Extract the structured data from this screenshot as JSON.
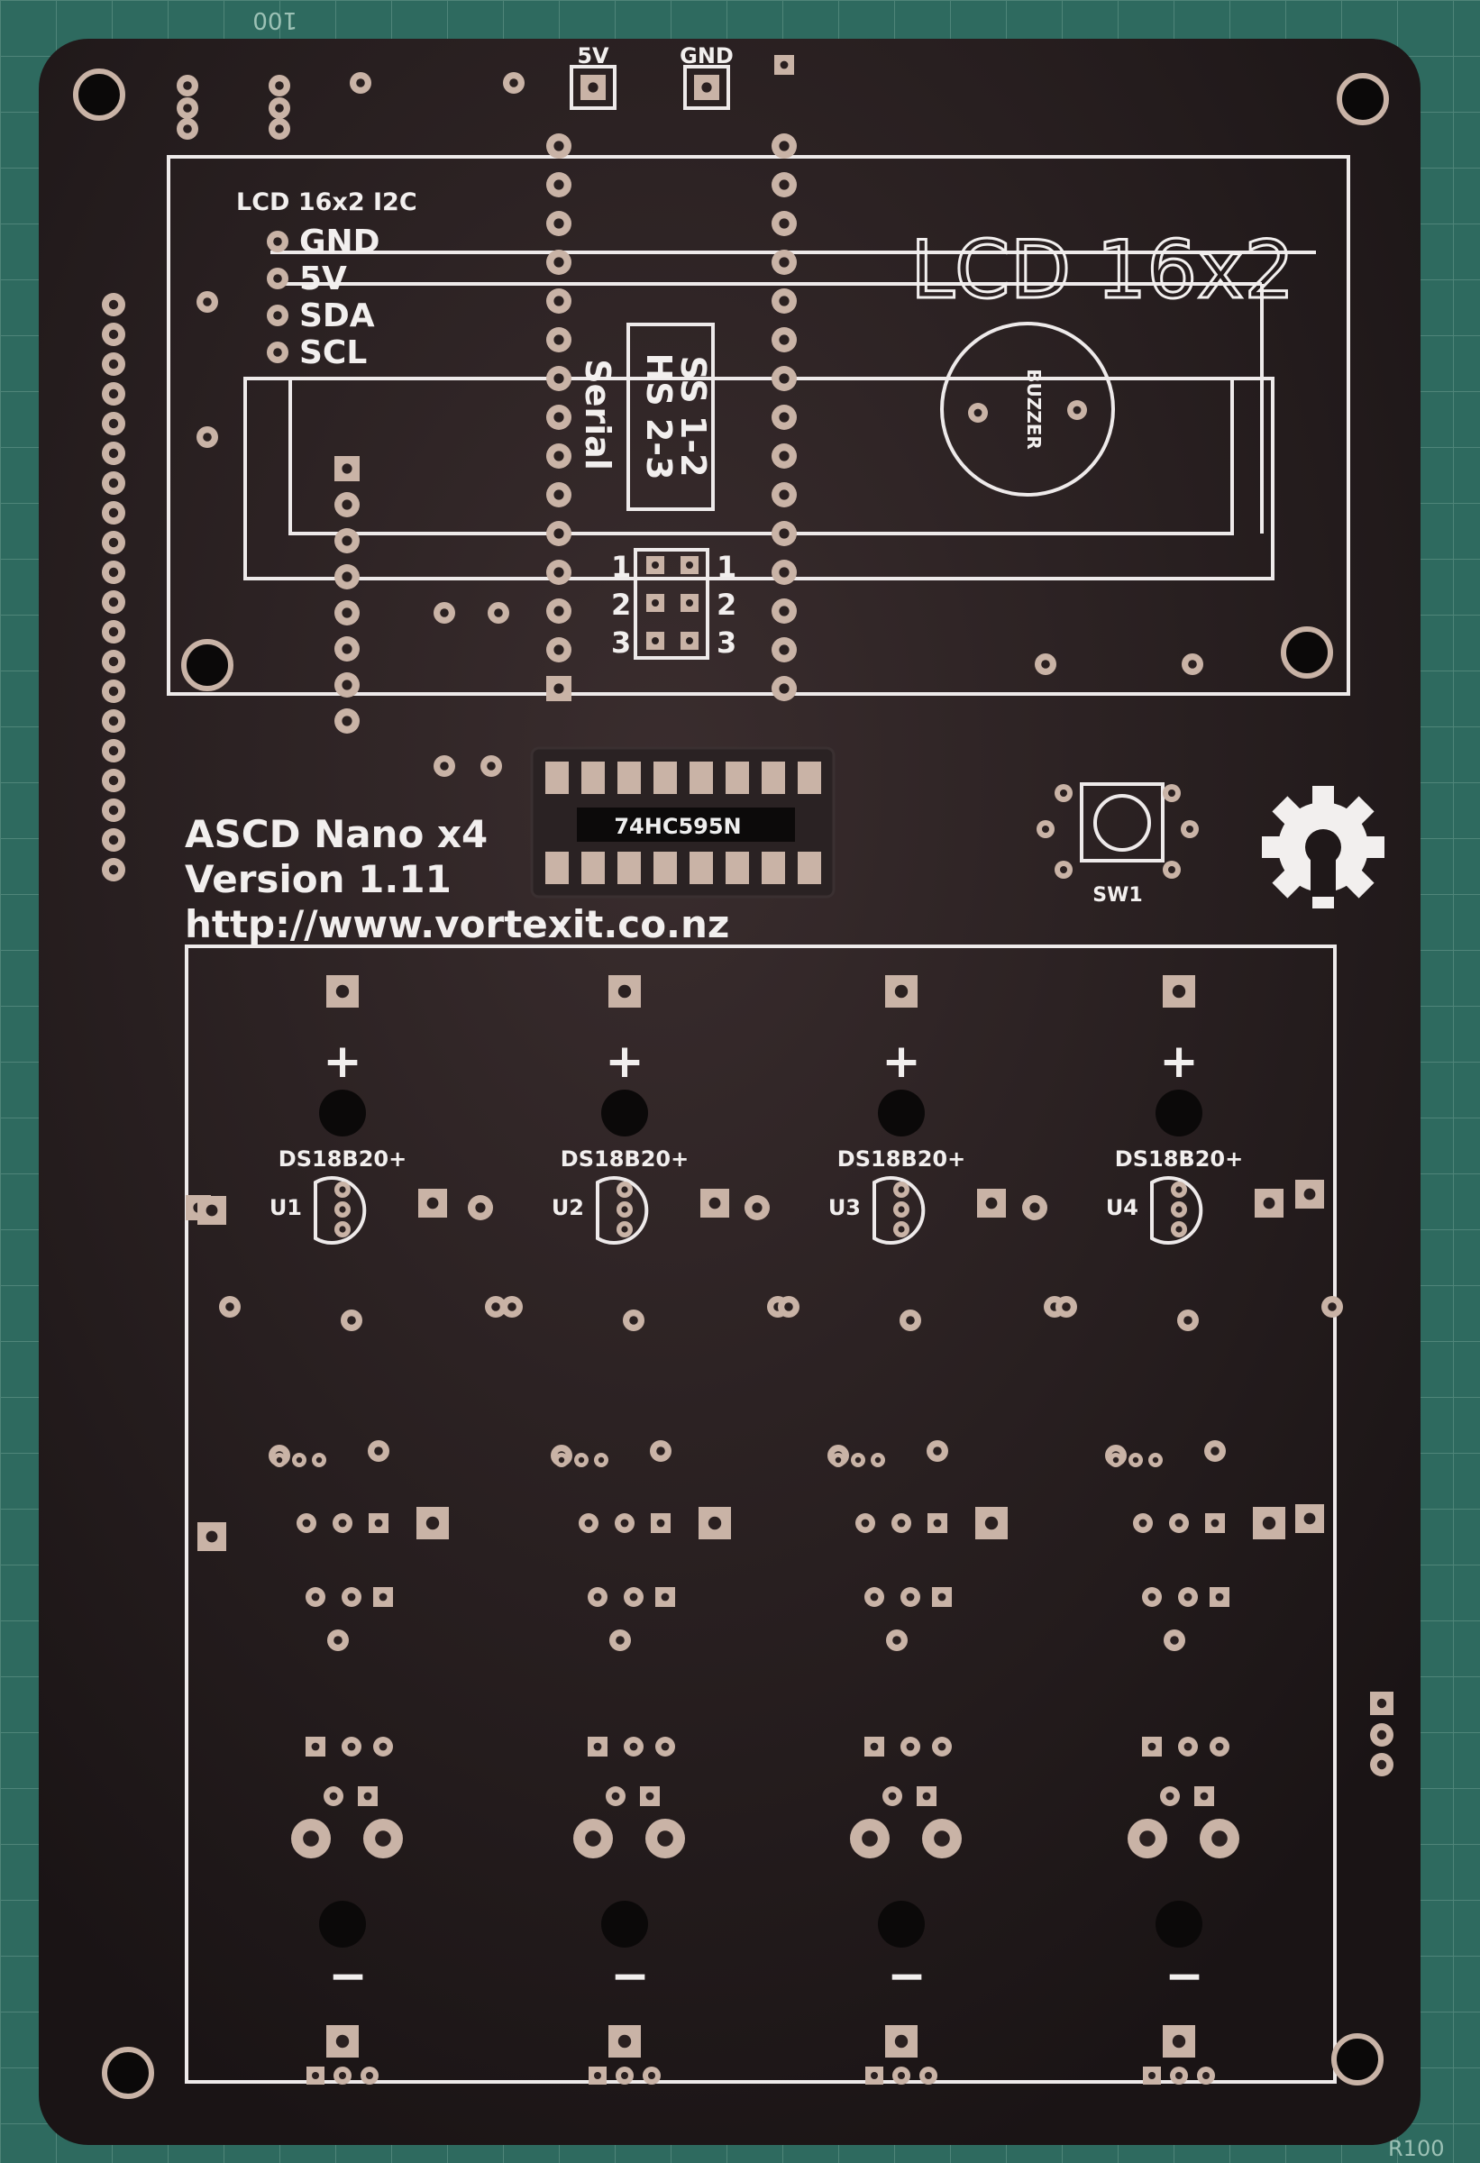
{
  "mat": {
    "ruler_top": "100",
    "ruler_bottom": "R100"
  },
  "colors": {
    "mat": "#2e6a5f",
    "board": "#1f1819",
    "silkscreen": "#f2efee",
    "pad": "#c9b3a6"
  },
  "header": {
    "power_5v": "5V",
    "power_gnd": "GND"
  },
  "lcd": {
    "connector_title": "LCD 16x2 I2C",
    "pins": [
      "GND",
      "5V",
      "SDA",
      "SCL"
    ],
    "title": "LCD 16x2",
    "buzzer": "BUZZER",
    "serial": "Serial",
    "jumper_ss": "SS 1-2",
    "jumper_hs": "HS 2-3",
    "jumper_numbers": [
      "1",
      "2",
      "3"
    ]
  },
  "chip": {
    "label": "74HC595N"
  },
  "switch": {
    "label": "SW1"
  },
  "info": {
    "name": "ASCD Nano x4",
    "version": "Version 1.11",
    "url": "http://www.vortexit.co.nz"
  },
  "channels": [
    {
      "sensor": "DS18B20+",
      "ref": "U1",
      "plus": "+",
      "minus": "−"
    },
    {
      "sensor": "DS18B20+",
      "ref": "U2",
      "plus": "+",
      "minus": "−"
    },
    {
      "sensor": "DS18B20+",
      "ref": "U3",
      "plus": "+",
      "minus": "−"
    },
    {
      "sensor": "DS18B20+",
      "ref": "U4",
      "plus": "+",
      "minus": "−"
    }
  ]
}
